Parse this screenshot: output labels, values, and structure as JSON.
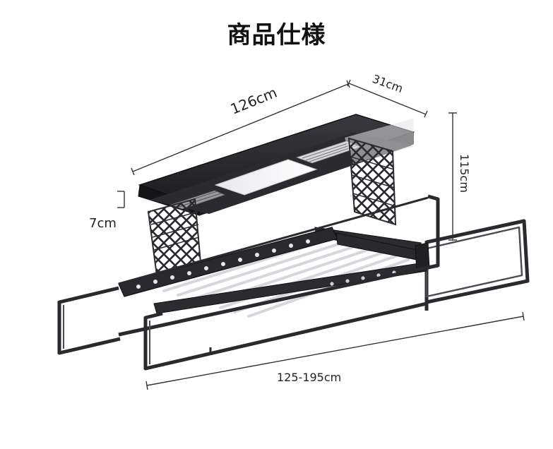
{
  "title": "商品仕様",
  "dimensions": {
    "length": "126cm",
    "depth": "31cm",
    "height": "115cm",
    "thickness": "7cm",
    "width_range": "125-195cm"
  },
  "colors": {
    "frame": "#2a2a2e",
    "panel_light": "#f1f1f4",
    "dimension_line": "#333333"
  }
}
